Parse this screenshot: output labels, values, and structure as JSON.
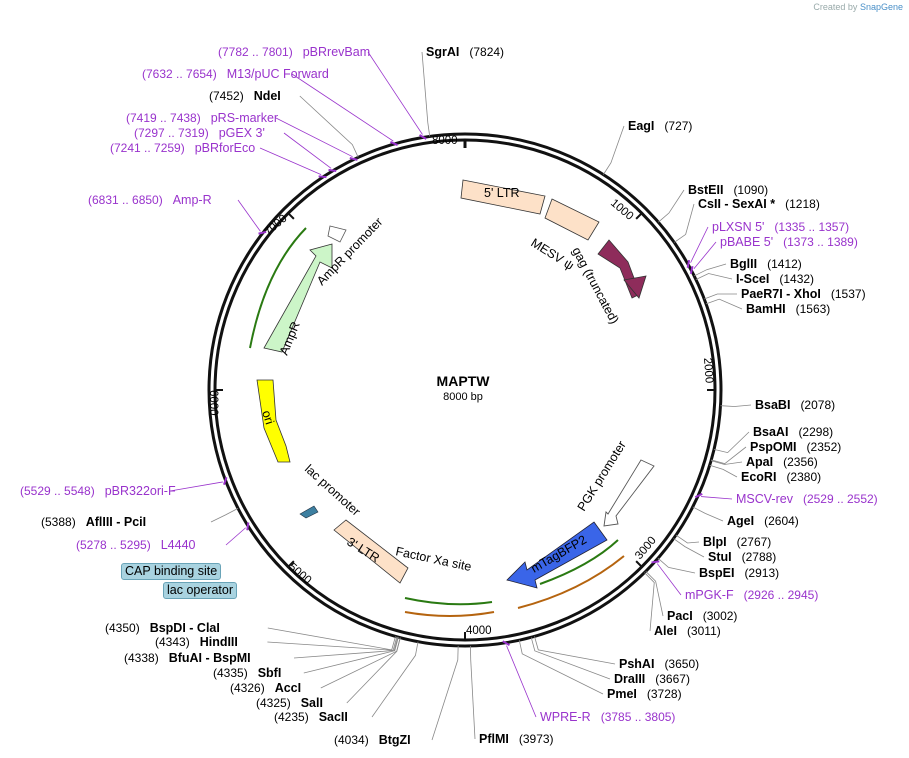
{
  "credit": {
    "prefix": "Created by",
    "brand": "SnapGene"
  },
  "plasmid": {
    "name": "MAPTW",
    "size": "8000 bp"
  },
  "ticks": [
    "1000",
    "2000",
    "3000",
    "4000",
    "5000",
    "6000",
    "7000",
    "8000"
  ],
  "features": {
    "ltr5": "5' LTR",
    "mesv": "MESV ψ",
    "gag": "gag (truncated)",
    "pgk": "PGK promoter",
    "tagbfp": "mTagBFP2",
    "factorxa": "Factor Xa site",
    "ltr3": "3' LTR",
    "lac": "lac promoter",
    "ori": "ori",
    "ampr": "AmpR",
    "ampr_promoter": "AmpR promoter"
  },
  "box_labels": {
    "cap": "CAP binding site",
    "lacop": "lac operator"
  },
  "enzymes": [
    {
      "name": "SgrAI",
      "pos": "(7824)"
    },
    {
      "name": "EagI",
      "pos": "(727)"
    },
    {
      "name": "BstEII",
      "pos": "(1090)"
    },
    {
      "name": "CsII  -  SexAI *",
      "pos": "(1218)"
    },
    {
      "name": "BglII",
      "pos": "(1412)"
    },
    {
      "name": "I-SceI",
      "pos": "(1432)"
    },
    {
      "name": "PaeR7I  -  XhoI",
      "pos": "(1537)"
    },
    {
      "name": "BamHI",
      "pos": "(1563)"
    },
    {
      "name": "BsaBI",
      "pos": "(2078)"
    },
    {
      "name": "BsaAI",
      "pos": "(2298)"
    },
    {
      "name": "PspOMI",
      "pos": "(2352)"
    },
    {
      "name": "ApaI",
      "pos": "(2356)"
    },
    {
      "name": "EcoRI",
      "pos": "(2380)"
    },
    {
      "name": "AgeI",
      "pos": "(2604)"
    },
    {
      "name": "BlpI",
      "pos": "(2767)"
    },
    {
      "name": "StuI",
      "pos": "(2788)"
    },
    {
      "name": "BspEI",
      "pos": "(2913)"
    },
    {
      "name": "PacI",
      "pos": "(3002)"
    },
    {
      "name": "AleI",
      "pos": "(3011)"
    },
    {
      "name": "PshAI",
      "pos": "(3650)"
    },
    {
      "name": "DraIII",
      "pos": "(3667)"
    },
    {
      "name": "PmeI",
      "pos": "(3728)"
    },
    {
      "name": "PflMI",
      "pos": "(3973)"
    },
    {
      "name": "BtgZI",
      "pos": "(4034)"
    },
    {
      "name": "SacII",
      "pos": "(4235)"
    },
    {
      "name": "SalI",
      "pos": "(4325)"
    },
    {
      "name": "AccI",
      "pos": "(4326)"
    },
    {
      "name": "SbfI",
      "pos": "(4335)"
    },
    {
      "name": "BfuAI  -  BspMI",
      "pos": "(4338)"
    },
    {
      "name": "HindIII",
      "pos": "(4343)"
    },
    {
      "name": "BspDI  -  ClaI",
      "pos": "(4350)"
    },
    {
      "name": "AflIII  -  PciI",
      "pos": "(5388)"
    },
    {
      "name": "NdeI",
      "pos": "(7452)"
    }
  ],
  "primers": [
    {
      "name": "pBRrevBam",
      "range": "(7782 .. 7801)"
    },
    {
      "name": "M13/pUC Forward",
      "range": "(7632 .. 7654)"
    },
    {
      "name": "pRS-marker",
      "range": "(7419 .. 7438)"
    },
    {
      "name": "pGEX 3'",
      "range": "(7297 .. 7319)"
    },
    {
      "name": "pBRforEco",
      "range": "(7241 .. 7259)"
    },
    {
      "name": "Amp-R",
      "range": "(6831 .. 6850)"
    },
    {
      "name": "pLXSN 5'",
      "range": "(1335 .. 1357)"
    },
    {
      "name": "pBABE 5'",
      "range": "(1373 .. 1389)"
    },
    {
      "name": "MSCV-rev",
      "range": "(2529 .. 2552)"
    },
    {
      "name": "mPGK-F",
      "range": "(2926 .. 2945)"
    },
    {
      "name": "WPRE-R",
      "range": "(3785 .. 3805)"
    },
    {
      "name": "pBR322ori-F",
      "range": "(5529 .. 5548)"
    },
    {
      "name": "L4440",
      "range": "(5278 .. 5295)"
    }
  ]
}
